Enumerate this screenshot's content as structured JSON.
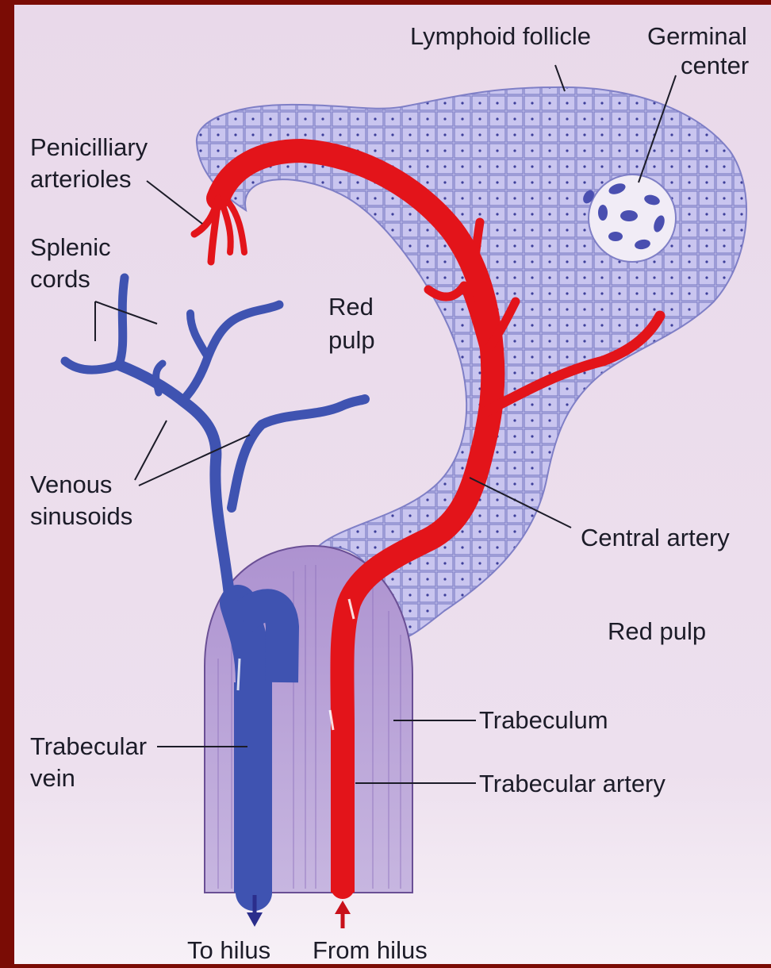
{
  "labels": {
    "lymphoid_follicle": "Lymphoid follicle",
    "germinal_center_1": "Germinal",
    "germinal_center_2": "center",
    "penicilliary_1": "Penicilliary",
    "penicilliary_2": "arterioles",
    "splenic_cords_1": "Splenic",
    "splenic_cords_2": "cords",
    "red_pulp_inner_1": "Red",
    "red_pulp_inner_2": "pulp",
    "venous_sinusoids_1": "Venous",
    "venous_sinusoids_2": "sinusoids",
    "central_artery": "Central artery",
    "red_pulp_outer": "Red pulp",
    "trabeculum": "Trabeculum",
    "trabecular_vein_1": "Trabecular",
    "trabecular_vein_2": "vein",
    "trabecular_artery": "Trabecular artery",
    "to_hilus": "To hilus",
    "from_hilus": "From hilus"
  },
  "colors": {
    "frame": "#7a0c05",
    "background": "#eadcea",
    "follicle_fill": "#c9c5ef",
    "follicle_cell_line": "#7f7fc6",
    "trabeculum_fill": "#a48bca",
    "artery": "#e3141a",
    "vein": "#3f53b1"
  }
}
